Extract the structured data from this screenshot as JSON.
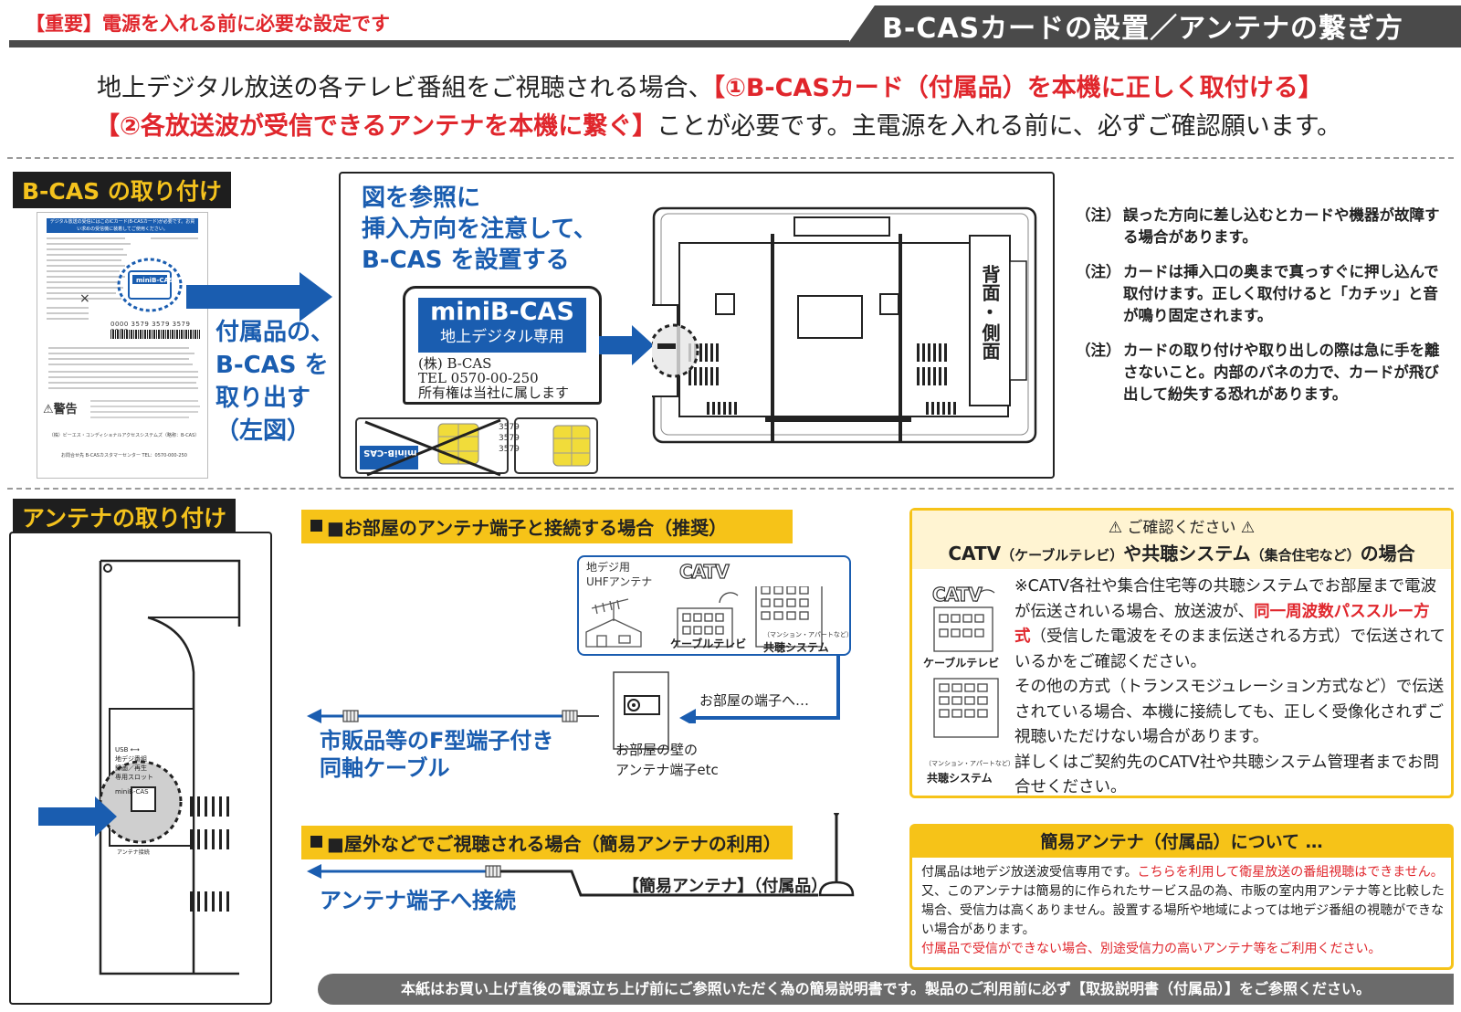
{
  "header": {
    "left_title": "【重要】電源を入れる前に必要な設定です",
    "right_title": "B-CASカードの設置／アンテナの繋ぎ方"
  },
  "intro": {
    "line1_a": "地上デジタル放送の各テレビ番組をご視聴される場合、",
    "line1_b": "【①B-CASカード（付属品）を本機に正しく取付ける】",
    "line2_a": "【②各放送波が受信できるアンテナを本機に繋ぐ】",
    "line2_b": "ことが必要です。主電源を入れる前に、必ずご確認願います。"
  },
  "bcas": {
    "section_label": "B-CAS の取り付け",
    "doc_top_text": "デジタル放送の受信にはこのICカード(B-CASカード)が必要です。お買い求めの受信機に装着してご使用ください。",
    "doc_card_text": "miniB-CAS",
    "doc_number": "0000 3579 3579 3579 3579",
    "doc_warning": "⚠警告",
    "doc_company": "（株）ビーエス・コンディショナルアクセスシステムズ（略称：B-CAS）",
    "doc_tel": "お問合せ先 B-CASカスタマーセンター TEL：0570-000-250",
    "take_out_lines": [
      "付属品の、",
      "B-CAS を",
      "取り出す",
      "（左図）"
    ],
    "instruction_lines": [
      "図を参照に",
      "挿入方向を注意して、",
      "B-CAS を設置する"
    ],
    "card_title": "miniB-CAS",
    "card_subtitle": "地上デジタル専用",
    "card_lines": [
      "(株) B-CAS",
      "TEL 0570-00-250",
      "所有権は当社に属します"
    ],
    "chip_card_label": "miniB-CAS",
    "chip_numbers": "3579 3579 3579",
    "side_label_1": "背面",
    "side_label_2": "・",
    "side_label_3": "側面",
    "notes": [
      {
        "mark": "（注）",
        "text": "誤った方向に差し込むとカードや機器が故障する場合があります。"
      },
      {
        "mark": "（注）",
        "text": "カードは挿入口の奥まで真っすぐに押し込んで取付けます。正しく取付けると「カチッ」と音が鳴り固定されます。"
      },
      {
        "mark": "（注）",
        "text": "カードの取り付けや取り出しの際は急に手を離さないこと。内部のバネの力で、カードが飛び出して紛失する恐れがあります。"
      }
    ]
  },
  "antenna": {
    "section_label": "アンテナの取り付け",
    "tv_side_labels": [
      "USB ⟷",
      "地デジ番組",
      "録画／再生",
      "専用スロット",
      "miniB-CAS",
      "アンテナ接続"
    ],
    "room_title": "■お部屋のアンテナ端子と接続する場合（推奨）",
    "uhf_label_1": "地デジ用",
    "uhf_label_2": "UHFアンテナ",
    "catv_logo": "CATV",
    "cable_tv": "ケーブルテレビ",
    "mansion": "（マンション・アパートなど）",
    "shared_system": "共聴システム",
    "to_room": "お部屋の端子へ…",
    "coax_label_1": "市販品等のF型端子付き",
    "coax_label_2": "同軸ケーブル",
    "wall_label_1": "お部屋の壁の",
    "wall_label_2": "アンテナ端子etc",
    "outdoor_title": "■屋外などでご視聴される場合（簡易アンテナの利用）",
    "connect_label": "アンテナ端子へ接続",
    "simple_antenna": "【簡易アンテナ】（付属品）"
  },
  "caution": {
    "head_1": "⚠ ご確認ください ⚠",
    "head_2_a": "CATV",
    "head_2_b": "（ケーブルテレビ）",
    "head_2_c": "や共聴システム",
    "head_2_d": "（集合住宅など）",
    "head_2_e": "の場合",
    "catv_logo": "CATV",
    "cable_tv": "ケーブルテレビ",
    "mansion": "（マンション・アパートなど）",
    "shared_system": "共聴システム",
    "p1_a": "※CATV各社や集合住宅等の共聴システムでお部屋まで電波が伝送されいる場合、放送波が、",
    "p1_red": "同一周波数パススルー方式",
    "p1_b": "（受信した電波をそのまま伝送される方式）で伝送されているかをご確認ください。",
    "p2": "その他の方式（トランスモジュレーション方式など）で伝送されている場合、本機に接続しても、正しく受像化されずご視聴いただけない場合があります。",
    "p3": "詳しくはご契約先のCATV社や共聴システム管理者までお問合せください。"
  },
  "simple_box": {
    "title": "簡易アンテナ（付属品）について …",
    "t1": "付属品は地デジ放送波受信専用です。",
    "t1_red": "こちらを利用して衛星放送の番組視聴はできません。",
    "t2": "又、このアンテナは簡易的に作られたサービス品の為、市販の室内用アンテナ等と比較した場合、受信力は高くありません。設置する場所や地域によっては地デジ番組の視聴ができない場合があります。",
    "t3_red": "付属品で受信ができない場合、別途受信力の高いアンテナ等をご利用ください。"
  },
  "footer": {
    "text": "本紙はお買い上げ直後の電源立ち上げ前にご参照いただく為の簡易説明書です。製品のご利用前に必ず【取扱説明書（付属品）】をご参照ください。"
  },
  "colors": {
    "red": "#e0262c",
    "blue": "#1a5db0",
    "yellow": "#f6c318",
    "dark": "#1e1e1e",
    "gray": "#6b6b6b"
  }
}
